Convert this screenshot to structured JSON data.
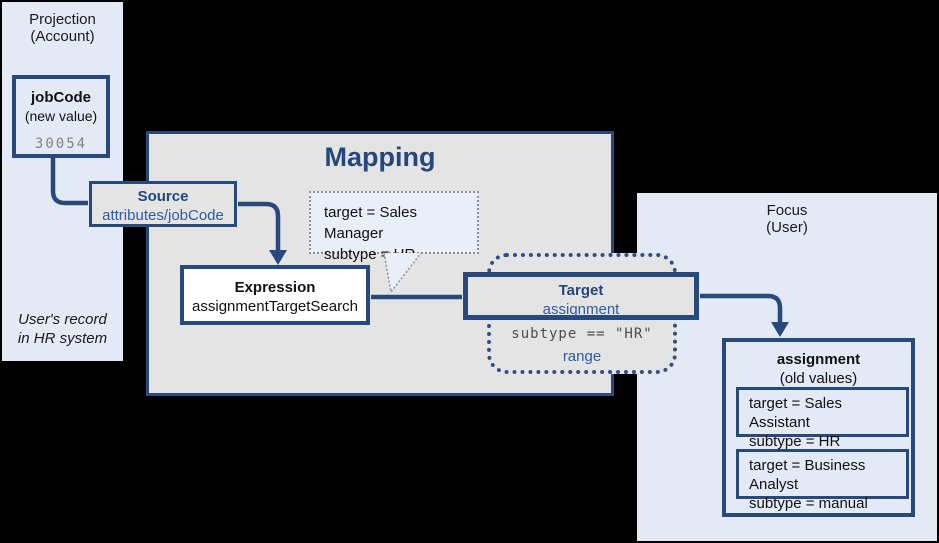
{
  "colors": {
    "background": "#000000",
    "panel_blue": "#e4e9f6",
    "box_gray": "#e4e4e5",
    "border_navy": "#28497c",
    "title_navy": "#24477e",
    "text_blue": "#2e5ba1",
    "bubble_blue": "#e9eef9",
    "bubble_border_gray": "#8f8f8f",
    "mono_gray": "#838383"
  },
  "projection_panel": {
    "title_line1": "Projection",
    "title_line2": "(Account)",
    "jobcode": {
      "name": "jobCode",
      "note": "(new value)",
      "value": "30054"
    },
    "footnote_line1": "User's record",
    "footnote_line2": "in HR system"
  },
  "mapping": {
    "title": "Mapping",
    "source": {
      "label": "Source",
      "value": "attributes/jobCode"
    },
    "expression": {
      "label": "Expression",
      "value": "assignmentTargetSearch"
    },
    "bubble": {
      "line1": "target = Sales Manager",
      "line2": "subtype = HR"
    },
    "target": {
      "label": "Target",
      "value": "assignment"
    },
    "range": {
      "condition": "subtype == \"HR\"",
      "label": "range"
    }
  },
  "focus_panel": {
    "title_line1": "Focus",
    "title_line2": "(User)",
    "assignment": {
      "name": "assignment",
      "note": "(old values)",
      "values": [
        {
          "line1": "target = Sales Assistant",
          "line2": "subtype = HR"
        },
        {
          "line1": "target = Business Analyst",
          "line2": "subtype = manual"
        }
      ]
    }
  }
}
